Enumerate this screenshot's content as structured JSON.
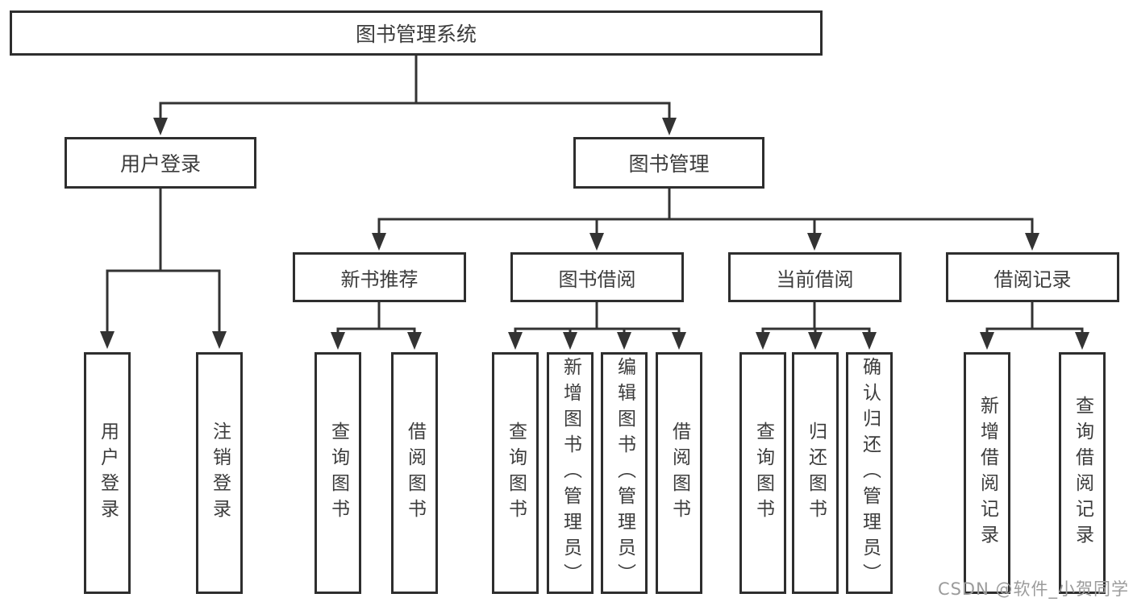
{
  "root_label": "图书管理系统",
  "branches": [
    {
      "label": "用户登录",
      "leaves": [
        {
          "label": "用户登录"
        },
        {
          "label": "注销登录"
        }
      ]
    },
    {
      "label": "图书管理",
      "sections": [
        {
          "label": "新书推荐",
          "leaves": [
            {
              "label": "查询图书"
            },
            {
              "label": "借阅图书"
            }
          ]
        },
        {
          "label": "图书借阅",
          "leaves": [
            {
              "label": "查询图书"
            },
            {
              "label": "新增图书（管理员）"
            },
            {
              "label": "编辑图书（管理员）"
            },
            {
              "label": "借阅图书"
            }
          ]
        },
        {
          "label": "当前借阅",
          "leaves": [
            {
              "label": "查询图书"
            },
            {
              "label": "归还图书"
            },
            {
              "label": "确认归还（管理员）"
            }
          ]
        },
        {
          "label": "借阅记录",
          "leaves": [
            {
              "label": "新增借阅记录"
            },
            {
              "label": "查询借阅记录"
            }
          ]
        }
      ]
    }
  ],
  "watermark": "CSDN @软件_小贺同学",
  "colors": {
    "line": "#333333",
    "border": "#2e2e2e",
    "text": "#3c3c3c",
    "background": "#ffffff",
    "watermark": "#9b9b9b"
  }
}
